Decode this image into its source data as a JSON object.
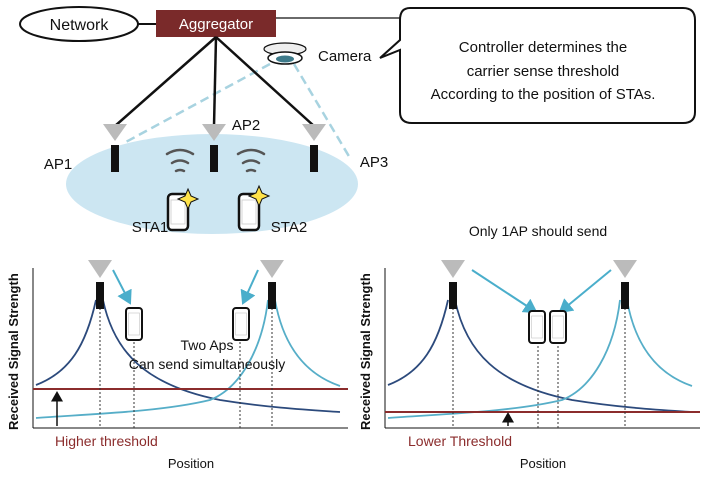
{
  "network": {
    "network_label": "Network",
    "aggregator_label": "Aggregator",
    "camera_label": "Camera"
  },
  "callout": {
    "lines": [
      "Controller determines the",
      "carrier sense threshold",
      "According to the position of STAs."
    ]
  },
  "access_points": [
    "AP1",
    "AP2",
    "AP3"
  ],
  "stations": [
    "STA1",
    "STA2"
  ],
  "left_panel": {
    "ylabel": "Received Signal Strength",
    "xlabel": "Position",
    "annotation_lines": [
      "Two Aps",
      "Can send simultaneously"
    ],
    "threshold_label": "Higher threshold"
  },
  "right_panel": {
    "title": "Only 1AP should send",
    "ylabel": "Received Signal Strength",
    "xlabel": "Position",
    "threshold_label": "Lower Threshold"
  },
  "colors": {
    "aggregator_fill": "#7a2a2a",
    "ap1_curve": "#2c4a7c",
    "ap2_curve": "#56aec8",
    "threshold_line": "#8b2c2c",
    "arrow": "#4aaecb",
    "coverage": "#cce6f2"
  }
}
